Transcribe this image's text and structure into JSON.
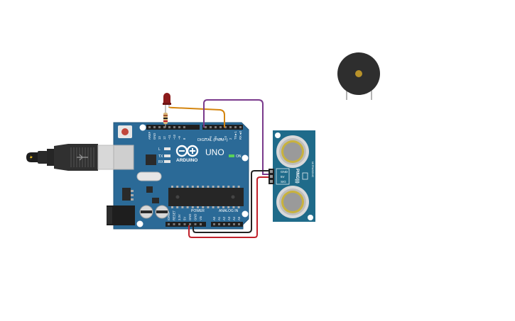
{
  "arduino": {
    "brand": "ARDUINO",
    "model": "UNO",
    "digital_header": "DIGITAL (PWM~)",
    "power_header": "POWER",
    "analog_header": "ANALOG IN",
    "on_label": "ON",
    "l_label": "L",
    "tx_label": "TX",
    "rx_label": "RX",
    "digital_pins": [
      "AREF",
      "GND",
      "13",
      "12",
      "~11",
      "~10",
      "~9",
      "8",
      "7",
      "~6",
      "~5",
      "4",
      "~3",
      "2",
      "TX►1",
      "RX◄0"
    ],
    "power_pins": [
      "IOREF",
      "RESET",
      "3.3V",
      "5V",
      "GND",
      "GND",
      "Vin"
    ],
    "analog_pins": [
      "A0",
      "A1",
      "A2",
      "A3",
      "A4",
      "A5"
    ]
  },
  "sensor": {
    "pin_labels": [
      "GND",
      "5V",
      "SIG"
    ],
    "side_text": "PING)))",
    "side_text_small": "ULTRASONIC"
  },
  "wires": {
    "orange": "#d4850f",
    "purple": "#7a3a8c",
    "red": "#c0202a",
    "black": "#222222"
  },
  "colors": {
    "board": "#2b6a97",
    "sensor_board": "#1f6b8a",
    "buzzer": "#2e2e2e",
    "led": "#8b1a1a"
  }
}
